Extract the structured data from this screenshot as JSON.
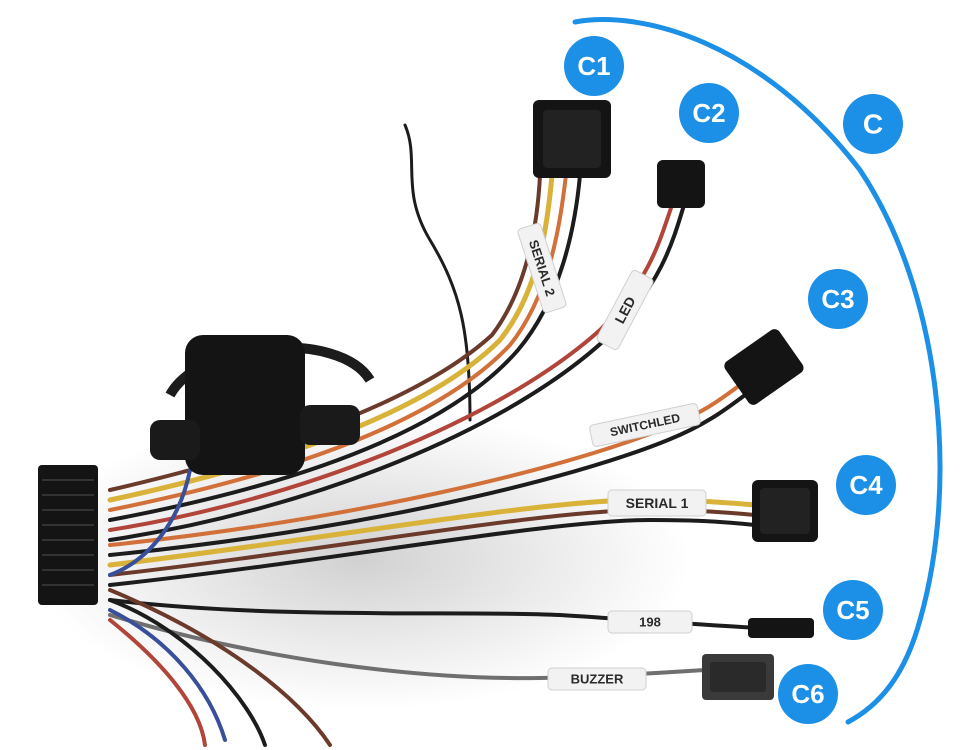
{
  "colors": {
    "accent": "#1c8fe6",
    "connector": "#141414",
    "wire_black": "#1c1c1c",
    "wire_yellow": "#d9b23a",
    "wire_orange": "#d2703a",
    "wire_brown": "#6b3a2a",
    "wire_red": "#b2453a",
    "wire_blue": "#3a4f9a",
    "wire_gray": "#6f6f6f",
    "tag": "#f2f2f2"
  },
  "badges": {
    "group": "C",
    "c1": "C1",
    "c2": "C2",
    "c3": "C3",
    "c4": "C4",
    "c5": "C5",
    "c6": "C6"
  },
  "wire_tags": {
    "serial2": "SERIAL 2",
    "led": "LED",
    "switchled": "SWITCHLED",
    "serial1": "SERIAL 1",
    "n198": "198",
    "buzzer": "BUZZER"
  }
}
